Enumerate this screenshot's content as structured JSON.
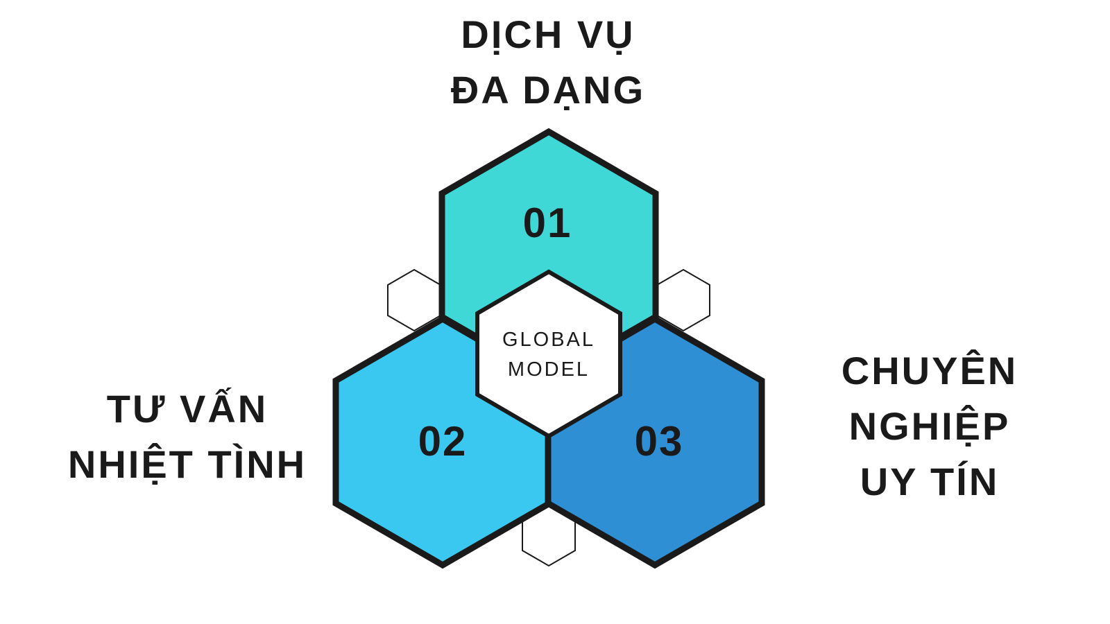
{
  "headings": {
    "top": [
      "DỊCH VỤ",
      "ĐA DẠNG"
    ],
    "left": [
      "TƯ VẤN",
      "NHIỆT TÌNH"
    ],
    "right": [
      "CHUYÊN",
      "NGHIỆP",
      "UY TÍN"
    ]
  },
  "hexagons": [
    {
      "label": "01",
      "color": "#40d8d6"
    },
    {
      "label": "02",
      "color": "#3ac8f0"
    },
    {
      "label": "03",
      "color": "#2e8fd4"
    }
  ],
  "center": {
    "lines": [
      "GLOBAL",
      "MODEL"
    ],
    "color": "#ffffff"
  },
  "colors": {
    "outline": "#1a1a1a",
    "text": "#1a1a1a",
    "background": "#ffffff"
  }
}
